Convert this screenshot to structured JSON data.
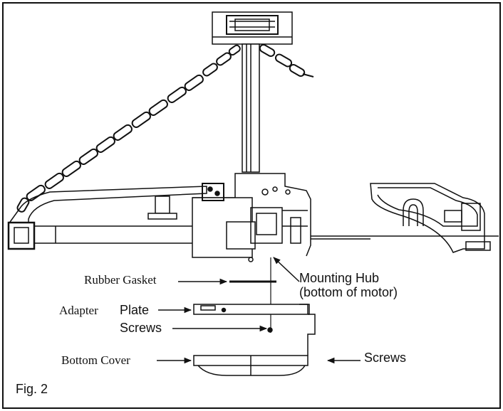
{
  "figure": {
    "label": "Fig. 2"
  },
  "labels": {
    "rubber_gasket": "Rubber Gasket",
    "mounting_hub_line1": "Mounting Hub",
    "mounting_hub_line2": "(bottom of motor)",
    "adapter": "Adapter",
    "plate": "Plate",
    "screws_left": "Screws",
    "bottom_cover": "Bottom Cover",
    "screws_right": "Screws"
  }
}
